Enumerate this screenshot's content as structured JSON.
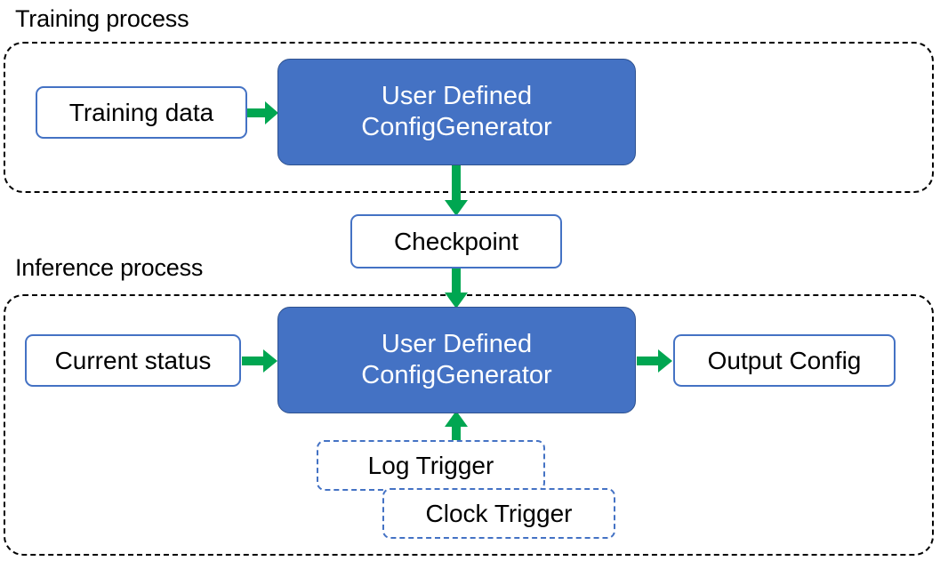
{
  "diagram": {
    "title_training": "Training process",
    "title_inference": "Inference process",
    "colors": {
      "accent_blue": "#4472C4",
      "accent_blue_dark": "#2F528F",
      "arrow_green": "#00A651",
      "container_border": "#000000",
      "node_fill": "#FFFFFF",
      "node_text": "#000000",
      "filled_node_text": "#FFFFFF"
    },
    "training": {
      "nodes": {
        "training_data": "Training data",
        "generator": "User Defined\nConfigGenerator",
        "generator_line1": "User Defined",
        "generator_line2": "ConfigGenerator"
      }
    },
    "checkpoint": {
      "label": "Checkpoint"
    },
    "inference": {
      "nodes": {
        "current_status": "Current status",
        "generator_line1": "User Defined",
        "generator_line2": "ConfigGenerator",
        "output_config": "Output Config",
        "log_trigger": "Log Trigger",
        "clock_trigger": "Clock Trigger"
      }
    },
    "arrows": [
      {
        "name": "training-data-to-generator",
        "direction": "right"
      },
      {
        "name": "generator-to-checkpoint",
        "direction": "down"
      },
      {
        "name": "checkpoint-to-generator",
        "direction": "down"
      },
      {
        "name": "current-status-to-generator",
        "direction": "right"
      },
      {
        "name": "generator-to-output-config",
        "direction": "right"
      },
      {
        "name": "triggers-to-generator",
        "direction": "up"
      }
    ]
  }
}
